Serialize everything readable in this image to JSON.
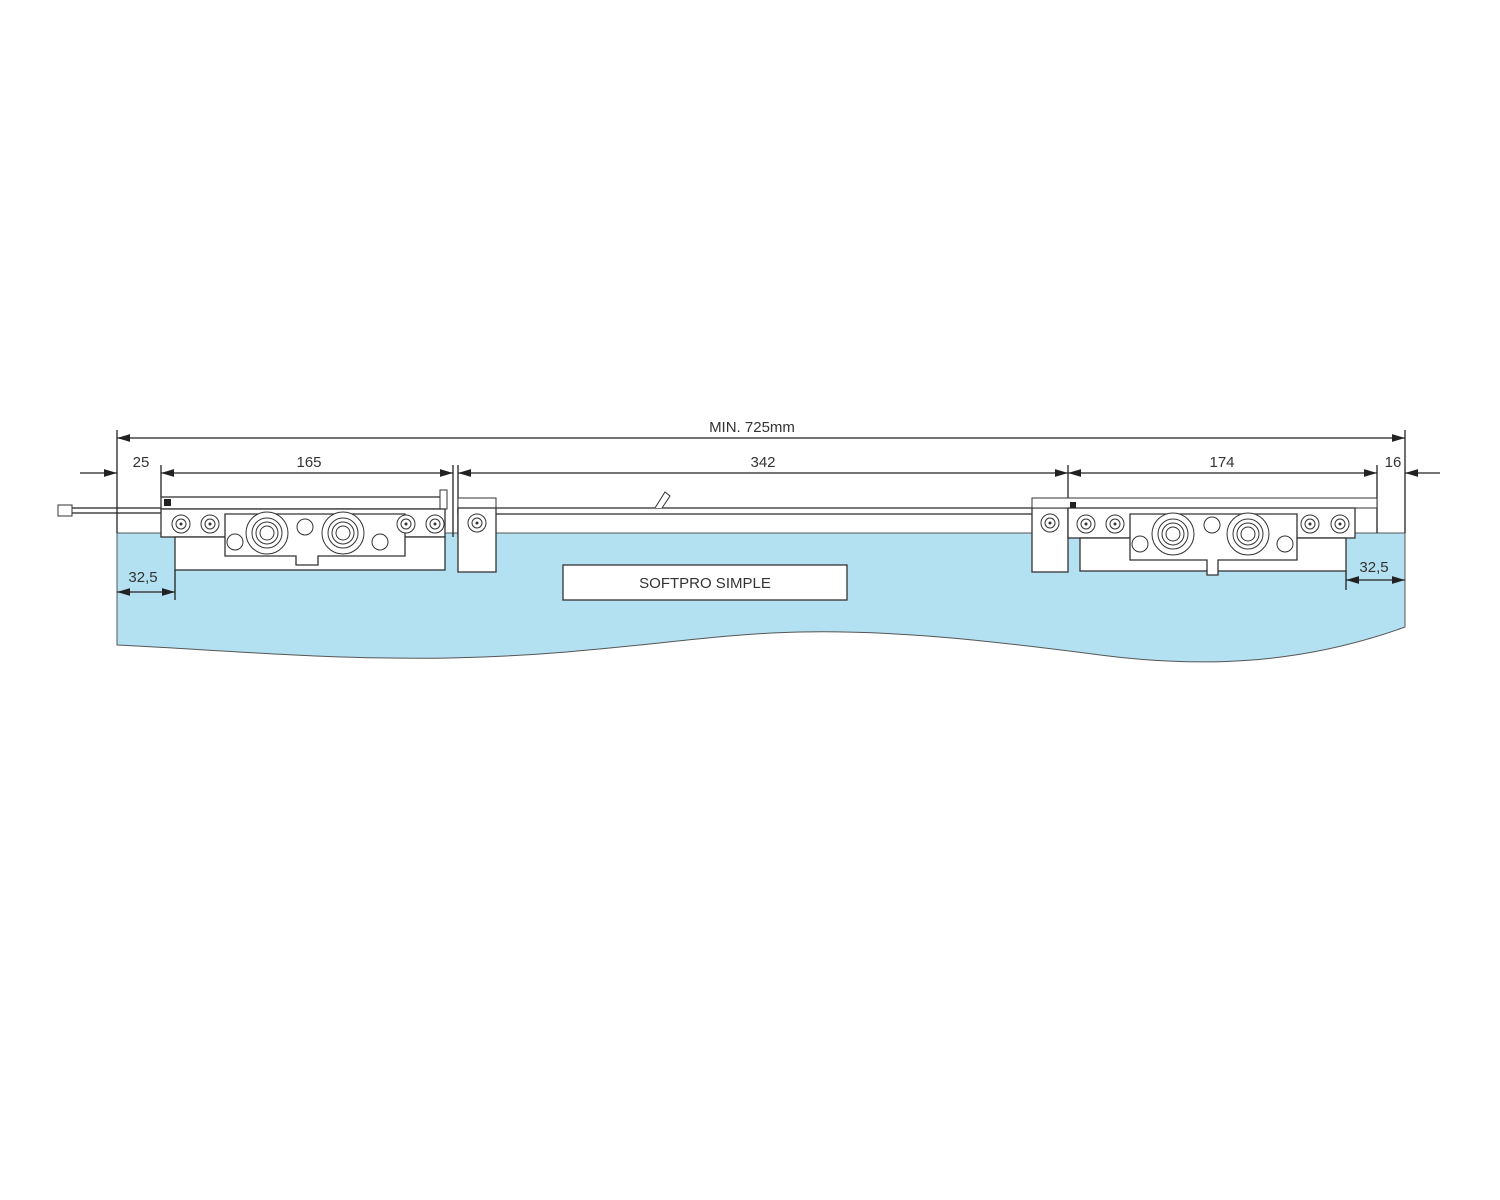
{
  "diagram": {
    "title": "Sliding door mechanism installation dimensions",
    "product_label": "SOFTPRO SIMPLE",
    "board_color": "#b3e1f1",
    "dimensions": {
      "total": "MIN. 725mm",
      "left_offset": "25",
      "left_carriage": "165",
      "middle_rail": "342",
      "right_carriage": "174",
      "right_offset": "16",
      "left_inset": "32,5",
      "right_inset": "32,5"
    }
  }
}
